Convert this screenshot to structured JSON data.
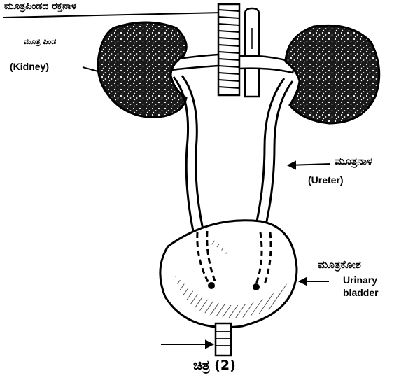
{
  "labels": {
    "renal_vessels": "ಮೂತ್ರಪಿಂಡದ ರಕ್ತನಾಳ",
    "kidney_kn": "ಮೂತ್ರ ಪಿಂಡ",
    "kidney_en": "(Kidney)",
    "ureter_kn": "ಮೂತ್ರನಾಳ",
    "ureter_en": "(Ureter)",
    "bladder_kn": "ಮೂತ್ರಕೋಶ",
    "bladder_en_1": "Urinary",
    "bladder_en_2": "bladder",
    "caption": "ಚಿತ್ರ (2)"
  },
  "colors": {
    "ink": "#000000",
    "paper": "#ffffff"
  }
}
